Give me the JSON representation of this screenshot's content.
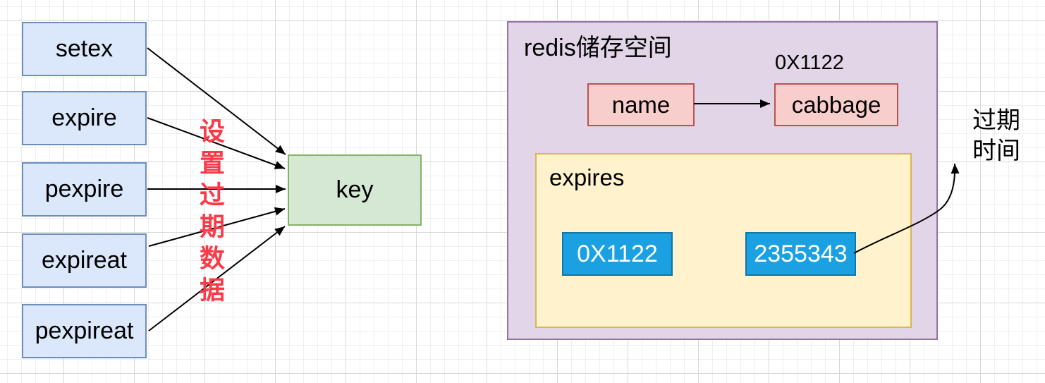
{
  "commands": [
    {
      "label": "setex"
    },
    {
      "label": "expire"
    },
    {
      "label": "pexpire"
    },
    {
      "label": "expireat"
    },
    {
      "label": "pexpireat"
    }
  ],
  "key": {
    "label": "key"
  },
  "annotation": {
    "set_expiration_label": "设置过期数据"
  },
  "redis_space": {
    "title": "redis储存空间",
    "pointer_label": "0X1122",
    "name_cell": "name",
    "value_cell": "cabbage",
    "expires_table": {
      "title": "expires",
      "key_entry": "0X1122",
      "value_entry": "2355343"
    }
  },
  "expire_time_label": "过期时间",
  "colors": {
    "command_fill": "#dbe8fc",
    "command_stroke": "#6c8ebf",
    "key_fill": "#d5e8d4",
    "key_stroke": "#82b366",
    "space_fill": "#e2d5e7",
    "space_stroke": "#9673a6",
    "pair_fill": "#f8cecc",
    "pair_stroke": "#b85450",
    "expires_fill": "#fff2cc",
    "expires_stroke": "#d6b656",
    "entry_fill": "#1ba1e2",
    "entry_stroke": "#0e76a8",
    "annotation_red": "#fb3a48",
    "arrow": "#000000"
  }
}
